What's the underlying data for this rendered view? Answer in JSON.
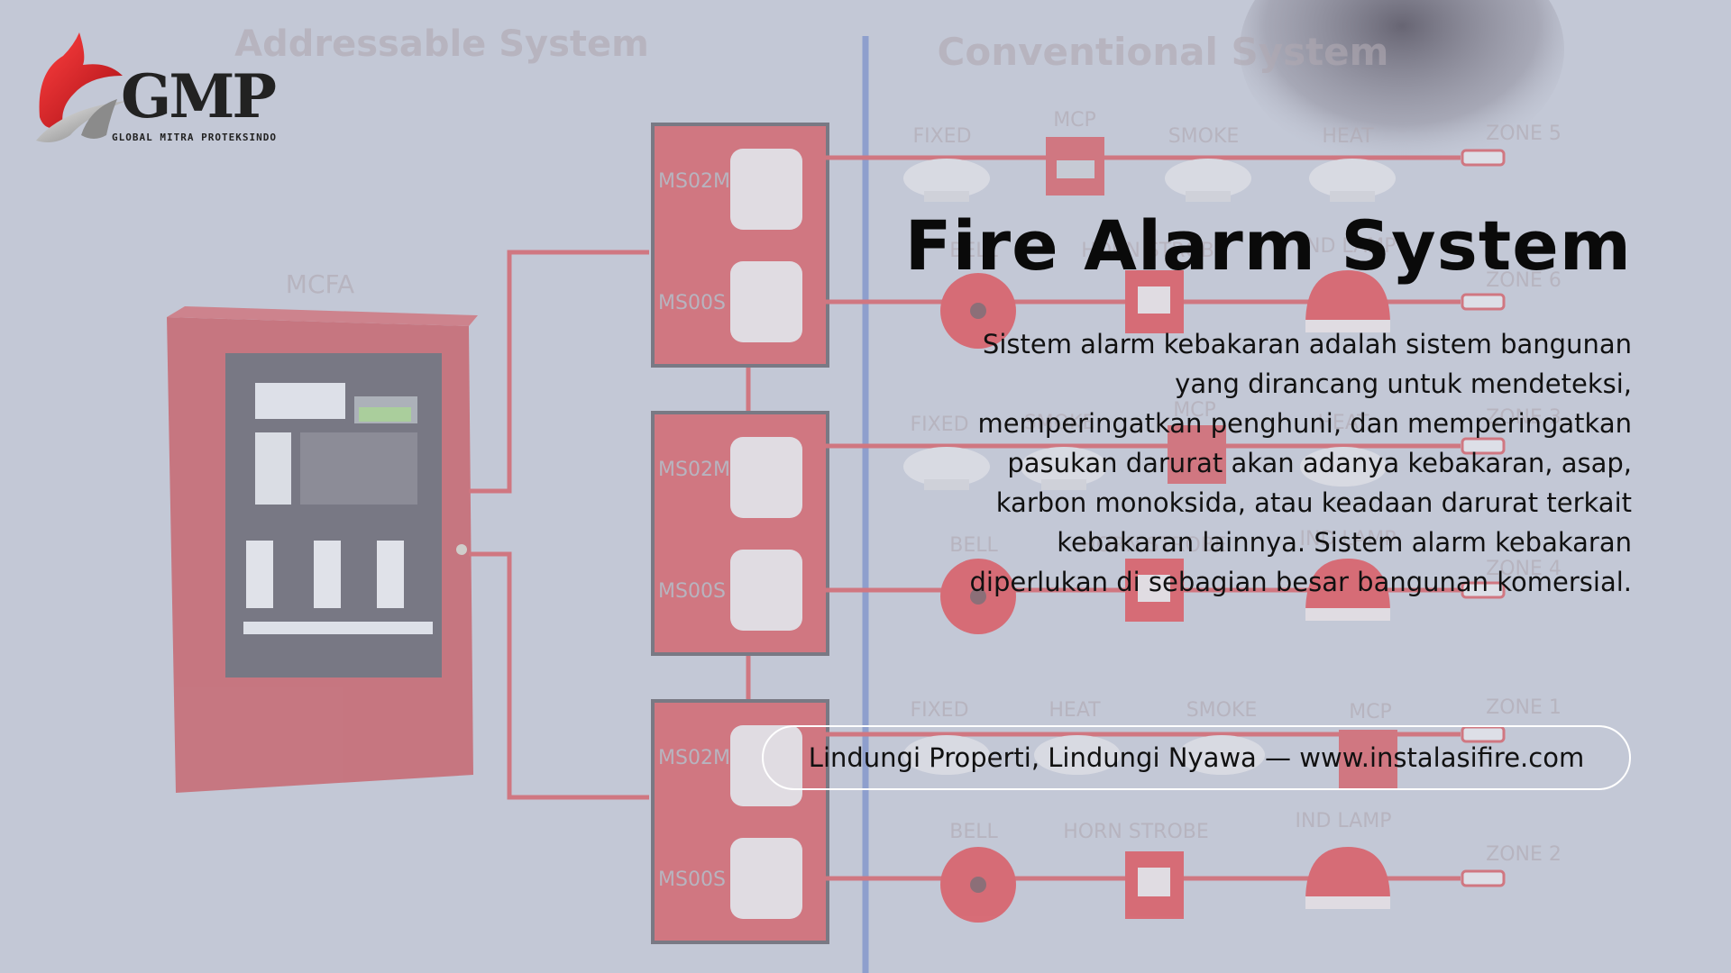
{
  "diagram": {
    "left_title": "Addressable System",
    "right_title": "Conventional System",
    "panel_label": "MCFA",
    "module_labels": [
      "MS02M",
      "MS00S",
      "MS02M",
      "MS00S",
      "MS02M",
      "MS00S"
    ],
    "rows": [
      {
        "labels": [
          "FIXED",
          "MCP",
          "SMOKE",
          "HEAT"
        ],
        "zone": "ZONE 5"
      },
      {
        "labels": [
          "BELL",
          "HORN STROBE",
          "IND LAMP"
        ],
        "zone": "ZONE 6"
      },
      {
        "labels": [
          "FIXED",
          "SMOKE",
          "MCP",
          "HEAT"
        ],
        "zone": "ZONE 3"
      },
      {
        "labels": [
          "BELL",
          "HORN STROBE",
          "IND LAMP"
        ],
        "zone": "ZONE 4"
      },
      {
        "labels": [
          "FIXED",
          "HEAT",
          "SMOKE",
          "MCP"
        ],
        "zone": "ZONE 1"
      },
      {
        "labels": [
          "BELL",
          "HORN STROBE",
          "IND LAMP"
        ],
        "zone": "ZONE 2"
      }
    ]
  },
  "logo": {
    "word": "GMP",
    "subtitle": "GLOBAL MITRA PROTEKSINDO",
    "flame_color": "#d6222a"
  },
  "headline": "Fire Alarm System",
  "body": "Sistem alarm kebakaran adalah sistem bangunan yang dirancang untuk mendeteksi, memperingatkan penghuni, dan memperingatkan pasukan darurat akan adanya kebakaran, asap, karbon monoksida, atau keadaan darurat terkait kebakaran lainnya. Sistem alarm kebakaran diperlukan di sebagian besar bangunan komersial.",
  "tagline": "Lindungi Properti, Lindungi Nyawa — www.instalasifire.com",
  "colors": {
    "background": "#c3c8d6",
    "diagram_red": "#d9464e",
    "bus_blue": "#6f86c9"
  }
}
